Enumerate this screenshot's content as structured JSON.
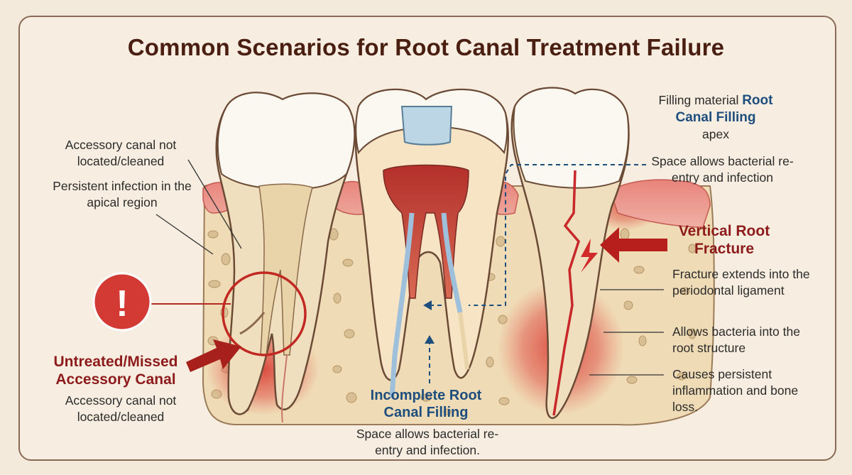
{
  "title": "Common Scenarios for Root Canal Treatment Failure",
  "left": {
    "callout_1": "Accessory canal not located/cleaned",
    "callout_2": "Persistent infection in the apical region",
    "heading": "Untreated/Missed Accessory Canal",
    "caption": "Accessory canal not located/cleaned",
    "warning_symbol": "!"
  },
  "middle": {
    "heading": "Incomplete Root Canal Filling",
    "caption": "Space allows bacterial re-entry and infection."
  },
  "right": {
    "top_label_prefix": "Filling material",
    "top_label_heading": "Root Canal Filling",
    "top_label_suffix": "apex",
    "space_note": "Space allows bacterial re-entry and infection",
    "heading": "Vertical Root Fracture",
    "note_1": "Fracture extends into the periodontal ligament",
    "note_2": "Allows bacteria into the root structure",
    "note_3": "Causes persistent inflammation and bone loss."
  },
  "colors": {
    "title": "#4a1f12",
    "heading_red": "#8e1b1b",
    "heading_blue": "#1d4e7d",
    "inflammation": "#d84a40",
    "enamel": "#fbf8f2",
    "dentin": "#f0dfbf",
    "bone": "#efdcb6"
  },
  "icons": [
    "warning-icon",
    "arrow-left-icon",
    "arrow-right-icon",
    "lightning-icon"
  ]
}
